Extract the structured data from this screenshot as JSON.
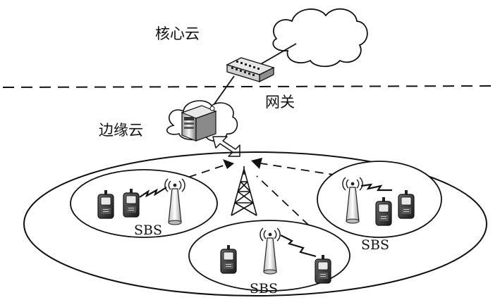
{
  "labels": {
    "core_cloud": "核心云",
    "gateway": "网关",
    "edge_cloud": "边缘云",
    "sbs_left": "SBS",
    "sbs_right": "SBS",
    "sbs_bottom": "SBS"
  },
  "colors": {
    "line": "#111111",
    "device_dark": "#2b2b2b",
    "device_light": "#d9d9d9",
    "background": "#ffffff"
  }
}
